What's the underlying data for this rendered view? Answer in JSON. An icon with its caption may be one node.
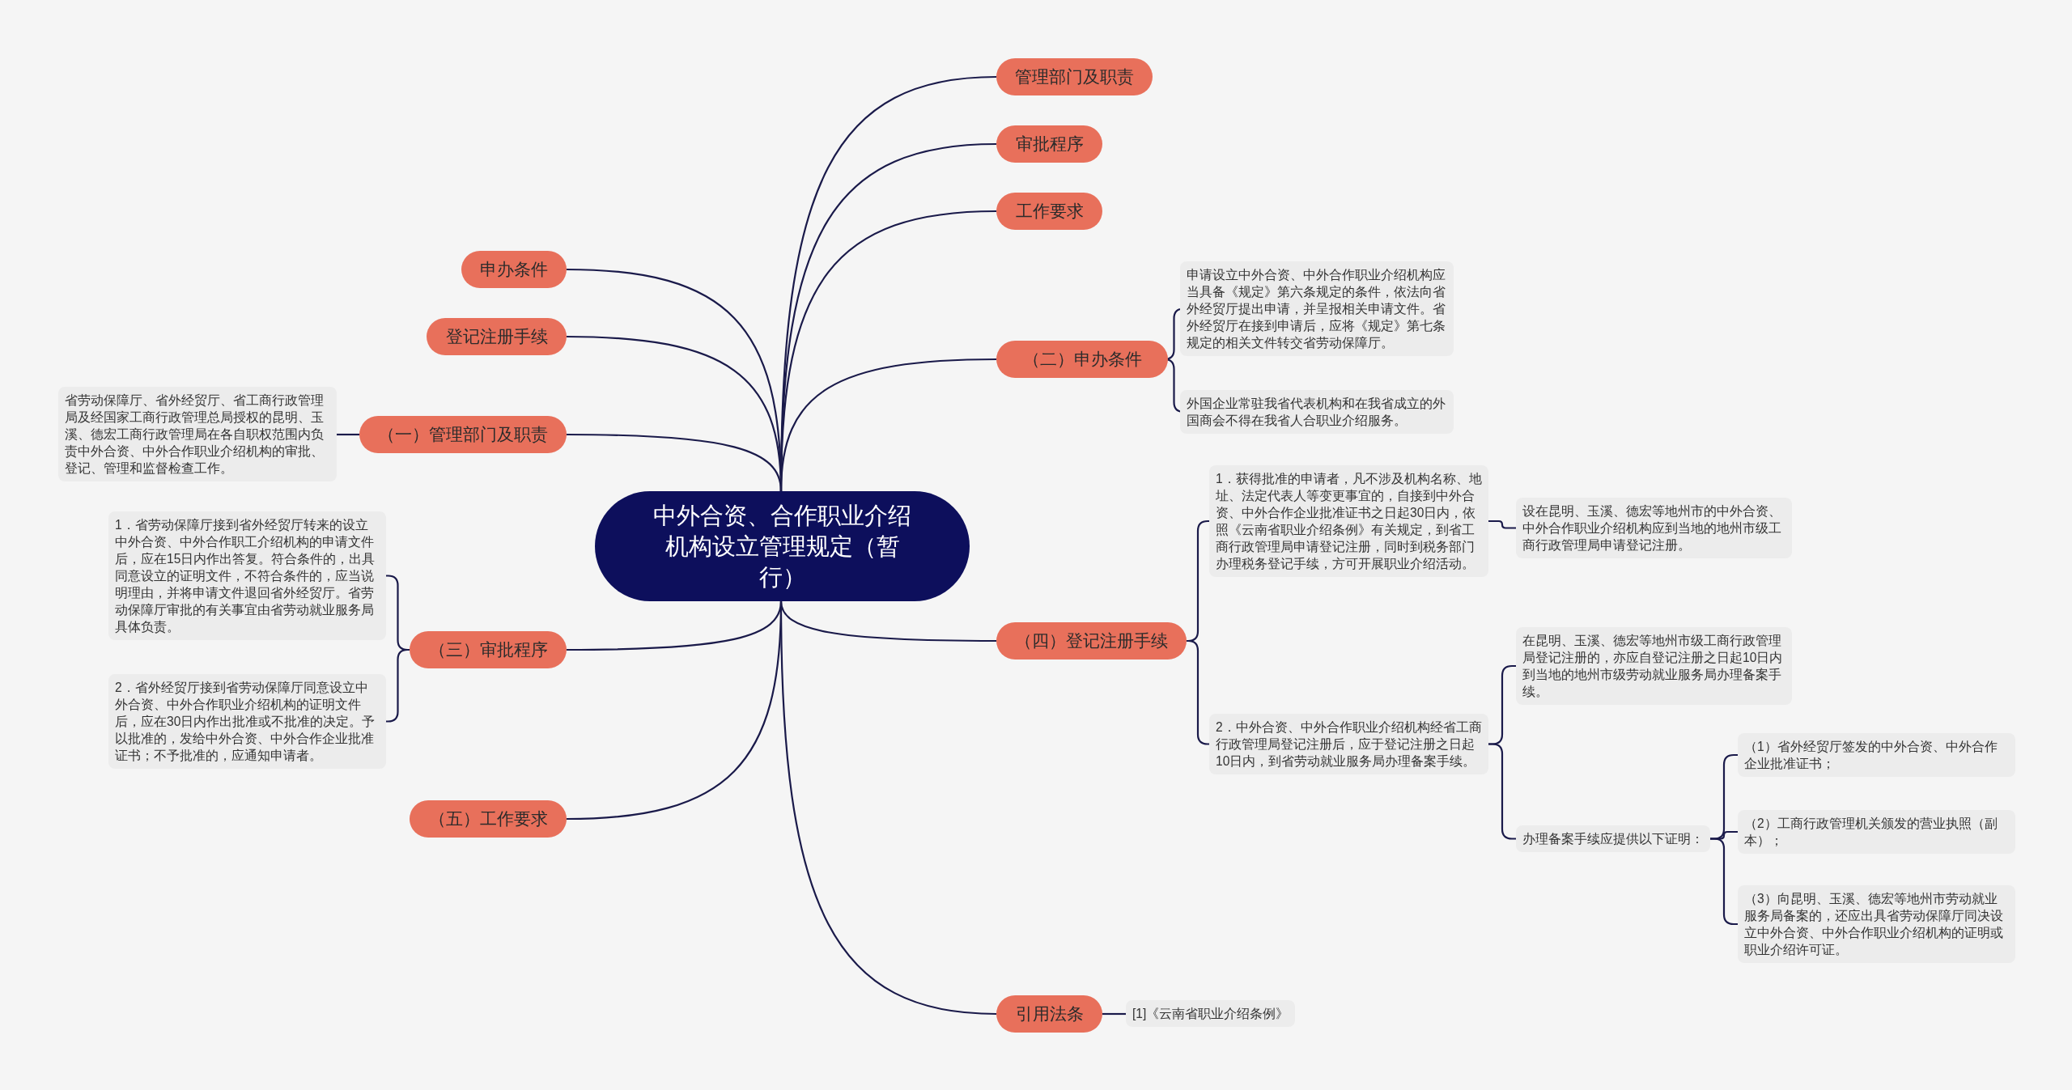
{
  "diagram": {
    "nodes": [
      {
        "text": [
          "中外合资、合作职业介绍机构设立管理规定（暂行）"
        ]
      },
      {
        "text": [
          "管理部门及职责"
        ]
      },
      {
        "text": [
          "审批程序"
        ]
      },
      {
        "text": [
          "工作要求"
        ]
      },
      {
        "text": [
          "申办条件"
        ]
      },
      {
        "text": [
          "登记注册手续"
        ]
      },
      {
        "text": [
          "（一）管理部门及职责"
        ]
      },
      {
        "text": [
          "省劳动保障厅、省外经贸厅、省工商行政管理局及经国家工商行政管理总局授权的昆明、玉溪、德宏工商行政管理局在各自职权范围内负责中外合资、中外合作职业介绍机构的审批、登记、管理和监督检查工作。"
        ]
      },
      {
        "text": [
          "（二）申办条件"
        ]
      },
      {
        "text": [
          "申请设立中外合资、中外合作职业介绍机构应当具备《规定》第六条规定的条件，依法向省外经贸厅提出申请，并呈报相关申请文件。省外经贸厅在接到申请后，应将《规定》第七条规定的相关文件转交省劳动保障厅。"
        ]
      },
      {
        "text": [
          "外国企业常驻我省代表机构和在我省成立的外国商会不得在我省人合职业介绍服务。"
        ]
      },
      {
        "text": [
          "（三）审批程序"
        ]
      },
      {
        "text": [
          "1．省劳动保障厅接到省外经贸厅转来的设立中外合资、中外合作职工介绍机构的申请文件后，应在15日内作出答复。符合条件的，出具同意设立的证明文件，不符合条件的，应当说明理由，并将申请文件退回省外经贸厅。省劳动保障厅审批的有关事宜由省劳动就业服务局具体负责。"
        ]
      },
      {
        "text": [
          "2．省外经贸厅接到省劳动保障厅同意设立中外合资、中外合作职业介绍机构的证明文件后，应在30日内作出批准或不批准的决定。予以批准的，发给中外合资、中外合作企业批准证书；不予批准的，应通知申请者。"
        ]
      },
      {
        "text": [
          "（四）登记注册手续"
        ]
      },
      {
        "text": [
          "1．获得批准的申请者，凡不涉及机构名称、地址、法定代表人等变更事宜的，自接到中外合资、中外合作企业批准证书之日起30日内，依照《云南省职业介绍条例》有关规定，到省工商行政管理局申请登记注册，同时到税务部门办理税务登记手续，方可开展职业介绍活动。"
        ]
      },
      {
        "text": [
          "设在昆明、玉溪、德宏等地州市的中外合资、中外合作职业介绍机构应到当地的地州市级工商行政管理局申请登记注册。"
        ]
      },
      {
        "text": [
          "2．中外合资、中外合作职业介绍机构经省工商行政管理局登记注册后，应于登记注册之日起10日内，到省劳动就业服务局办理备案手续。"
        ]
      },
      {
        "text": [
          "在昆明、玉溪、德宏等地州市级工商行政管理局登记注册的，亦应自登记注册之日起10日内到当地的地州市级劳动就业服务局办理备案手续。"
        ]
      },
      {
        "text": [
          "办理备案手续应提供以下证明："
        ]
      },
      {
        "text": [
          "（1）省外经贸厅签发的中外合资、中外合作企业批准证书；"
        ]
      },
      {
        "text": [
          "（2）工商行政管理机关颁发的营业执照（副本）；"
        ]
      },
      {
        "text": [
          "（3）向昆明、玉溪、德宏等地州市劳动就业服务局备案的，还应出具省劳动保障厅同决设立中外合资、中外合作职业介绍机构的证明或职业介绍许可证。"
        ]
      },
      {
        "text": [
          "（五）工作要求"
        ]
      },
      {
        "text": [
          "引用法条"
        ]
      },
      {
        "text": [
          "[1]《云南省职业介绍条例》"
        ]
      }
    ],
    "edges": [
      {
        "from": 0,
        "to": 1,
        "arrow": "none"
      },
      {
        "from": 0,
        "to": 2,
        "arrow": "none"
      },
      {
        "from": 0,
        "to": 3,
        "arrow": "none"
      },
      {
        "from": 0,
        "to": 4,
        "arrow": "none"
      },
      {
        "from": 0,
        "to": 5,
        "arrow": "none"
      },
      {
        "from": 0,
        "to": 6,
        "arrow": "none"
      },
      {
        "from": 0,
        "to": 8,
        "arrow": "none"
      },
      {
        "from": 0,
        "to": 11,
        "arrow": "none"
      },
      {
        "from": 0,
        "to": 14,
        "arrow": "none"
      },
      {
        "from": 0,
        "to": 23,
        "arrow": "none"
      },
      {
        "from": 0,
        "to": 24,
        "arrow": "none"
      },
      {
        "from": 6,
        "to": 7,
        "arrow": "none"
      },
      {
        "from": 8,
        "to": 9,
        "arrow": "none"
      },
      {
        "from": 8,
        "to": 10,
        "arrow": "none"
      },
      {
        "from": 11,
        "to": 12,
        "arrow": "none"
      },
      {
        "from": 11,
        "to": 13,
        "arrow": "none"
      },
      {
        "from": 14,
        "to": 15,
        "arrow": "none"
      },
      {
        "from": 14,
        "to": 17,
        "arrow": "none"
      },
      {
        "from": 15,
        "to": 16,
        "arrow": "none"
      },
      {
        "from": 17,
        "to": 18,
        "arrow": "none"
      },
      {
        "from": 17,
        "to": 19,
        "arrow": "none"
      },
      {
        "from": 19,
        "to": 20,
        "arrow": "none"
      },
      {
        "from": 19,
        "to": 21,
        "arrow": "none"
      },
      {
        "from": 19,
        "to": 22,
        "arrow": "none"
      },
      {
        "from": 24,
        "to": 25,
        "arrow": "none"
      }
    ]
  }
}
